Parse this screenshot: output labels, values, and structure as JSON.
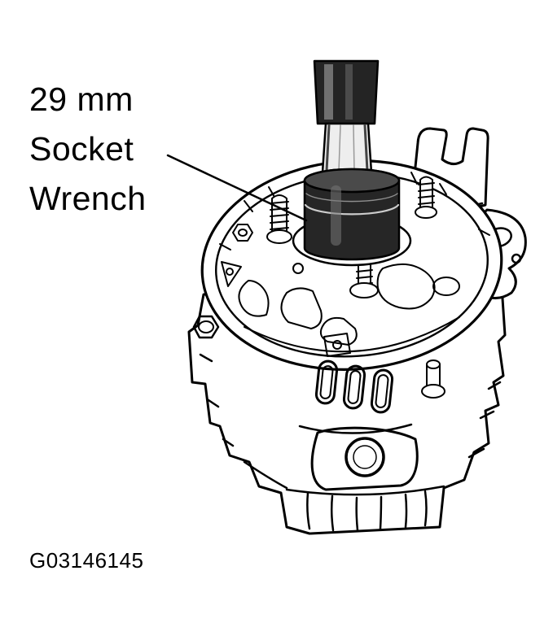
{
  "figure": {
    "callout": {
      "line1": "29 mm",
      "line2": "Socket",
      "line3": "Wrench"
    },
    "figure_id": "G03146145",
    "colors": {
      "line": "#000000",
      "background": "#ffffff",
      "socket_fill": "#262626",
      "shaft_fill": "#242424"
    }
  }
}
